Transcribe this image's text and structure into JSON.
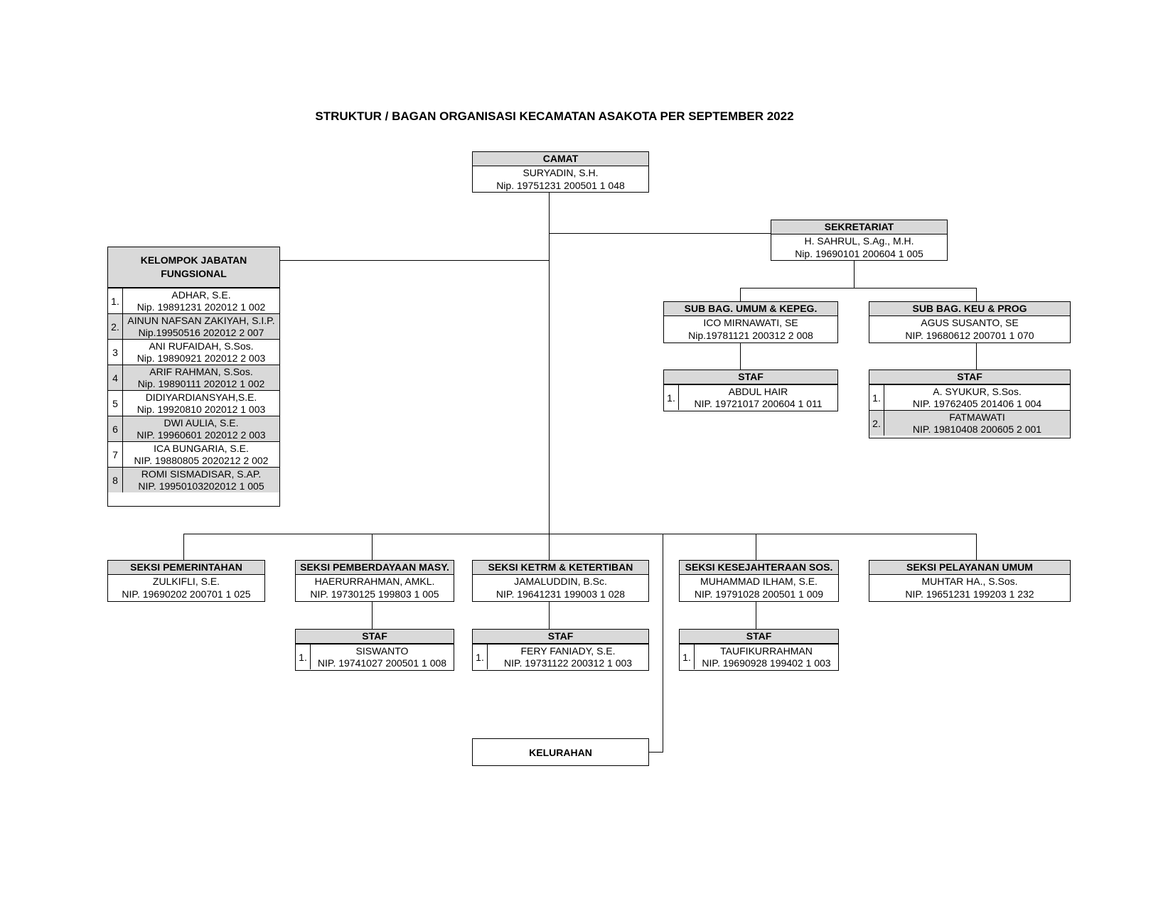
{
  "title": "STRUKTUR / BAGAN ORGANISASI KECAMATAN ASAKOTA PER SEPTEMBER 2022",
  "camat": {
    "header": "CAMAT",
    "name": "SURYADIN, S.H.",
    "nip": "Nip. 19751231 200501 1 048"
  },
  "sekretariat": {
    "header": "SEKRETARIAT",
    "name": "H. SAHRUL, S.Ag., M.H.",
    "nip": "Nip. 19690101 200604 1 005"
  },
  "sub_umum": {
    "header": "SUB BAG. UMUM & KEPEG.",
    "name": "ICO MIRNAWATI, SE",
    "nip": "Nip.19781121 200312 2 008",
    "staf_header": "STAF",
    "staf": [
      {
        "no": "1.",
        "name": "ABDUL HAIR",
        "nip": "NIP. 19721017 200604 1 011"
      }
    ]
  },
  "sub_keu": {
    "header": "SUB BAG. KEU & PROG",
    "name": "AGUS SUSANTO, SE",
    "nip": "NIP. 19680612 200701 1 070",
    "staf_header": "STAF",
    "staf": [
      {
        "no": "1.",
        "name": "A. SYUKUR, S.Sos.",
        "nip": "NIP. 19762405 201406 1 004"
      },
      {
        "no": "2.",
        "name": "FATMAWATI",
        "nip": "NIP. 19810408 200605 2 001"
      }
    ]
  },
  "fungsional": {
    "header_line1": "KELOMPOK JABATAN",
    "header_line2": "FUNGSIONAL",
    "items": [
      {
        "no": "1.",
        "name": "ADHAR, S.E.",
        "nip": "Nip. 19891231 202012 1 002"
      },
      {
        "no": "2.",
        "name": "AINUN NAFSAN ZAKIYAH, S.I.P.",
        "nip": "Nip.19950516 202012 2 007"
      },
      {
        "no": "3",
        "name": "ANI RUFAIDAH, S.Sos.",
        "nip": "Nip. 19890921 202012 2 003"
      },
      {
        "no": "4",
        "name": "ARIF RAHMAN, S.Sos.",
        "nip": "Nip. 19890111 202012 1 002"
      },
      {
        "no": "5",
        "name": "DIDIYARDIANSYAH,S.E.",
        "nip": "Nip. 19920810 202012 1 003"
      },
      {
        "no": "6",
        "name": "DWI AULIA, S.E.",
        "nip": "NIP. 19960601 202012 2 003"
      },
      {
        "no": "7",
        "name": "ICA BUNGARIA, S.E.",
        "nip": "NIP. 19880805 2020212 2 002"
      },
      {
        "no": "8",
        "name": "ROMI SISMADISAR, S.AP.",
        "nip": "NIP. 19950103202012 1 005"
      }
    ]
  },
  "seksi_pemerintahan": {
    "header": "SEKSI PEMERINTAHAN",
    "name": "ZULKIFLI, S.E.",
    "nip": "NIP. 19690202 200701 1 025"
  },
  "seksi_pemberdayaan": {
    "header": "SEKSI PEMBERDAYAAN MASY.",
    "name": "HAERURRAHMAN, AMKL.",
    "nip": "NIP. 19730125 199803 1 005",
    "staf_header": "STAF",
    "staf": [
      {
        "no": "1.",
        "name": "SISWANTO",
        "nip": "NIP. 19741027 200501 1 008"
      }
    ]
  },
  "seksi_ketrm": {
    "header": "SEKSI KETRM & KETERTIBAN",
    "name": "JAMALUDDIN, B.Sc.",
    "nip": "NIP. 19641231 199003 1 028",
    "staf_header": "STAF",
    "staf": [
      {
        "no": "1.",
        "name": "FERY FANIADY, S.E.",
        "nip": "NIP. 19731122 200312 1 003"
      }
    ]
  },
  "seksi_kesejahteraan": {
    "header": "SEKSI KESEJAHTERAAN SOS.",
    "name": "MUHAMMAD ILHAM, S.E.",
    "nip": "NIP. 19791028 200501 1 009",
    "staf_header": "STAF",
    "staf": [
      {
        "no": "1.",
        "name": "TAUFIKURRAHMAN",
        "nip": "NIP. 19690928 199402 1 003"
      }
    ]
  },
  "seksi_pelayanan": {
    "header": "SEKSI PELAYANAN UMUM",
    "name": "MUHTAR HA., S.Sos.",
    "nip": "NIP. 19651231 199203 1 232"
  },
  "kelurahan": {
    "label": "KELURAHAN"
  }
}
